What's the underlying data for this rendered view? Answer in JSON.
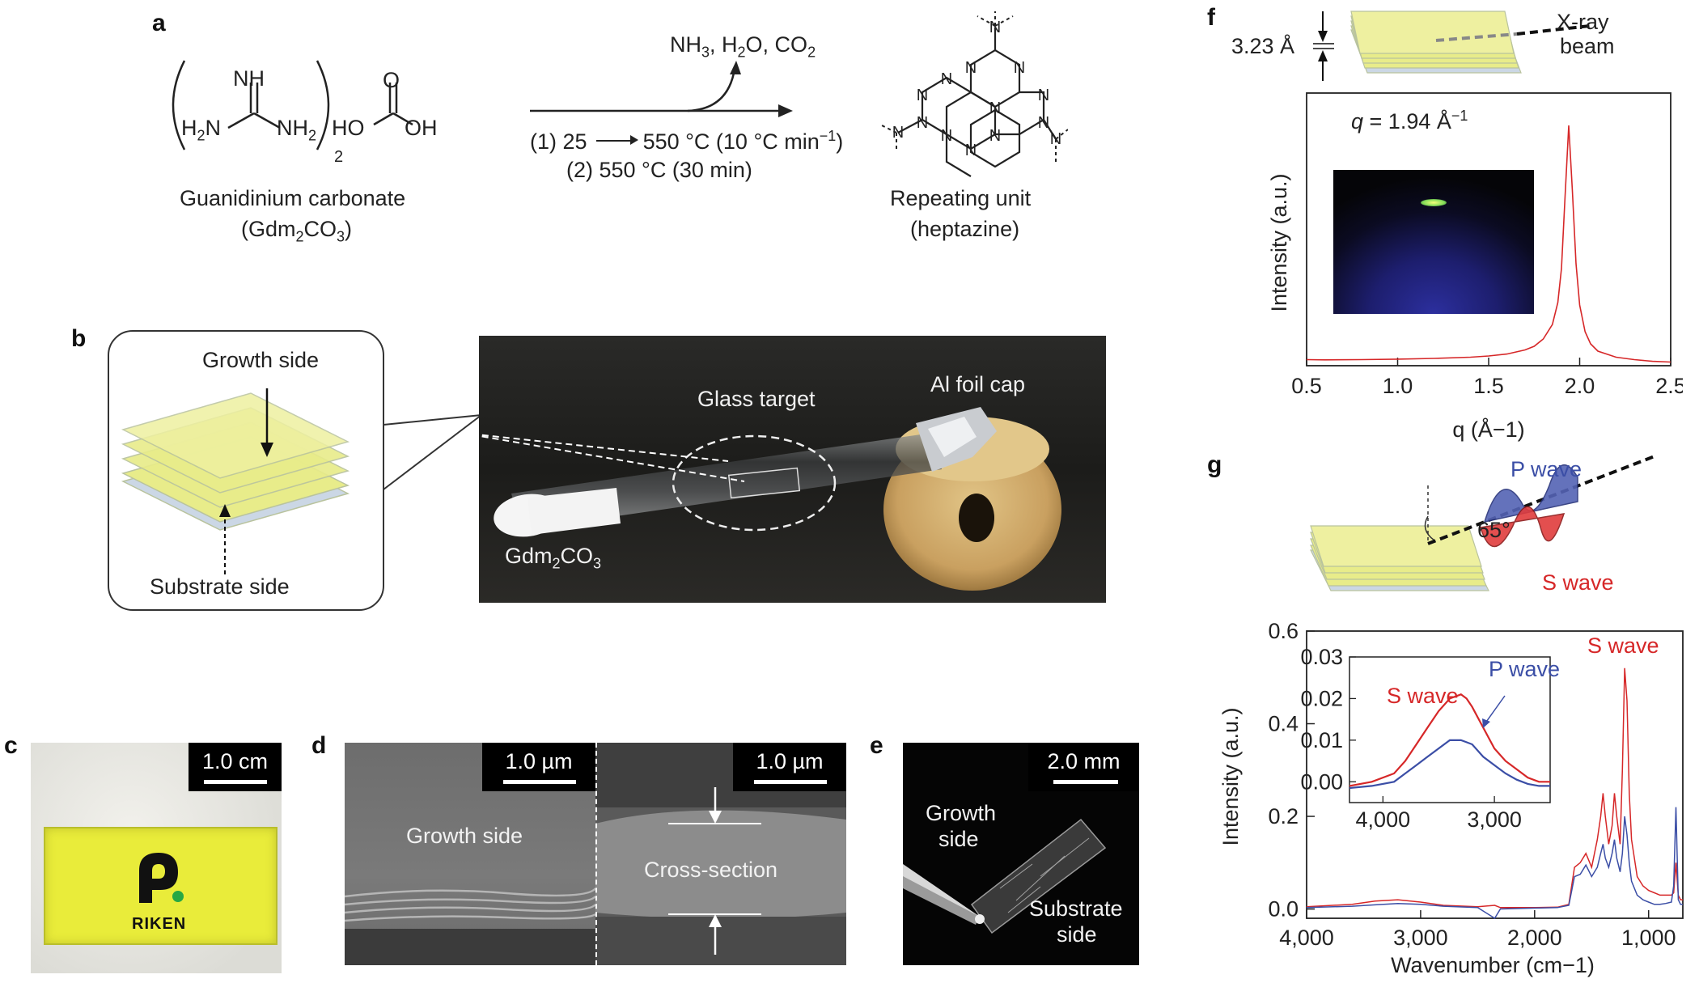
{
  "panels": {
    "a": {
      "label": "a",
      "reactant_name": "Guanidinium carbonate",
      "reactant_abbr": "(Gdm",
      "reactant_abbr_sub1": "2",
      "reactant_abbr_mid": "CO",
      "reactant_abbr_sub2": "3",
      "reactant_abbr_end": ")",
      "byproducts": "NH",
      "byproducts_sub": "3",
      "byproducts_2": ", H",
      "byproducts_sub2": "2",
      "byproducts_3": "O, CO",
      "byproducts_sub3": "2",
      "step1": "(1) 25",
      "step1_b": "550 °C (10 °C min",
      "step1_sup": "−1",
      "step1_end": ")",
      "step2": "(2) 550 °C (30 min)",
      "product_name": "Repeating unit",
      "product_sub": "(heptazine)",
      "atoms": {
        "nh": "NH",
        "h2n": "H",
        "h2n_sub": "2",
        "h2n_n": "N",
        "nh2": "NH",
        "nh2_sub": "2",
        "sub2": "2",
        "ho": "HO",
        "oh": "OH",
        "o": "O",
        "n": "N"
      }
    },
    "b": {
      "label": "b",
      "growth_side": "Growth side",
      "substrate_side": "Substrate side",
      "glass_target": "Glass target",
      "al_foil_cap": "Al foil cap",
      "gdm": "Gdm",
      "gdm_sub1": "2",
      "gdm_mid": "CO",
      "gdm_sub2": "3"
    },
    "c": {
      "label": "c",
      "scale": "1.0 cm",
      "logo_text": "RIKEN"
    },
    "d": {
      "label": "d",
      "scale_left": "1.0 µm",
      "scale_right": "1.0 µm",
      "growth_side": "Growth side",
      "cross_section": "Cross-section"
    },
    "e": {
      "label": "e",
      "scale": "2.0 mm",
      "growth_side_1": "Growth",
      "growth_side_2": "side",
      "substrate_side_1": "Substrate",
      "substrate_side_2": "side"
    },
    "f": {
      "label": "f",
      "spacing": "3.23 Å",
      "xray_1": "X-ray",
      "xray_2": "beam",
      "q_annot_q": "q",
      "q_annot": " = 1.94 Å",
      "q_annot_sup": "−1"
    },
    "g": {
      "label": "g",
      "p_wave": "P wave",
      "s_wave": "S wave",
      "angle": "65°",
      "inset_s_wave": "S wave",
      "inset_p_wave": "P wave",
      "main_s_wave": "S wave"
    }
  },
  "chart_data": [
    {
      "id": "f",
      "type": "line",
      "xlabel": "q (Å−1)",
      "ylabel": "Intensity (a.u.)",
      "xlim": [
        0.5,
        2.5
      ],
      "x_ticks": [
        "0.5",
        "1.0",
        "1.5",
        "2.0",
        "2.5"
      ],
      "x_tick_values": [
        0.5,
        1.0,
        1.5,
        2.0,
        2.5
      ],
      "grid": false,
      "series": [
        {
          "color": "#d62728",
          "peak": 1.94,
          "x": [
            0.5,
            0.6,
            0.8,
            1.0,
            1.2,
            1.4,
            1.5,
            1.6,
            1.7,
            1.75,
            1.8,
            1.85,
            1.88,
            1.9,
            1.92,
            1.94,
            1.96,
            1.98,
            2.0,
            2.03,
            2.06,
            2.1,
            2.2,
            2.3,
            2.4,
            2.5
          ],
          "y": [
            0.025,
            0.024,
            0.025,
            0.027,
            0.03,
            0.035,
            0.04,
            0.048,
            0.065,
            0.08,
            0.11,
            0.17,
            0.26,
            0.4,
            0.7,
            0.99,
            0.72,
            0.42,
            0.25,
            0.14,
            0.09,
            0.06,
            0.035,
            0.025,
            0.018,
            0.015
          ]
        }
      ]
    },
    {
      "id": "g-main",
      "type": "line",
      "xlabel": "Wavenumber (cm−1)",
      "ylabel": "Intensity (a.u.)",
      "xlim": [
        4000,
        700
      ],
      "ylim": [
        -0.02,
        0.6
      ],
      "x_ticks": [
        "4,000",
        "3,000",
        "2,000",
        "1,000"
      ],
      "x_tick_values": [
        4000,
        3000,
        2000,
        1000
      ],
      "y_ticks": [
        "0.0",
        "0.2",
        "0.4",
        "0.6"
      ],
      "y_tick_values": [
        0.0,
        0.2,
        0.4,
        0.6
      ],
      "grid": false,
      "series": [
        {
          "name": "S wave",
          "color": "#d62728",
          "x": [
            4000,
            3600,
            3400,
            3200,
            3000,
            2800,
            2500,
            2350,
            2300,
            2000,
            1800,
            1700,
            1650,
            1600,
            1550,
            1500,
            1450,
            1420,
            1400,
            1380,
            1350,
            1320,
            1300,
            1280,
            1250,
            1230,
            1210,
            1190,
            1170,
            1150,
            1100,
            1050,
            1000,
            950,
            900,
            850,
            800,
            780,
            760,
            740,
            720,
            700
          ],
          "y": [
            0.005,
            0.01,
            0.017,
            0.02,
            0.015,
            0.008,
            0.005,
            0.008,
            0.003,
            0.003,
            0.004,
            0.01,
            0.09,
            0.1,
            0.12,
            0.09,
            0.15,
            0.2,
            0.25,
            0.2,
            0.14,
            0.18,
            0.25,
            0.2,
            0.14,
            0.3,
            0.52,
            0.45,
            0.25,
            0.15,
            0.07,
            0.05,
            0.04,
            0.035,
            0.03,
            0.03,
            0.03,
            0.035,
            0.1,
            0.03,
            0.02,
            0.02
          ]
        },
        {
          "name": "P wave",
          "color": "#3b4ea6",
          "x": [
            4000,
            3600,
            3400,
            3200,
            3000,
            2800,
            2500,
            2350,
            2300,
            2000,
            1800,
            1700,
            1650,
            1600,
            1550,
            1500,
            1450,
            1420,
            1400,
            1380,
            1350,
            1320,
            1300,
            1280,
            1250,
            1230,
            1210,
            1190,
            1170,
            1150,
            1100,
            1050,
            1000,
            950,
            900,
            850,
            800,
            780,
            760,
            740,
            720,
            700
          ],
          "y": [
            0.003,
            0.006,
            0.009,
            0.012,
            0.01,
            0.006,
            0.003,
            -0.02,
            0.0,
            0.002,
            0.003,
            0.008,
            0.07,
            0.075,
            0.095,
            0.07,
            0.09,
            0.12,
            0.14,
            0.11,
            0.09,
            0.12,
            0.15,
            0.11,
            0.08,
            0.12,
            0.2,
            0.16,
            0.1,
            0.06,
            0.03,
            0.02,
            0.015,
            0.01,
            0.01,
            0.012,
            0.015,
            0.05,
            0.22,
            0.02,
            0.01,
            0.01
          ]
        }
      ]
    },
    {
      "id": "g-inset",
      "type": "line",
      "xlim": [
        4300,
        2500
      ],
      "ylim": [
        -0.005,
        0.03
      ],
      "x_ticks": [
        "4,000",
        "3,000"
      ],
      "x_tick_values": [
        4000,
        3000
      ],
      "y_ticks": [
        "0.00",
        "0.01",
        "0.02",
        "0.03"
      ],
      "y_tick_values": [
        0.0,
        0.01,
        0.02,
        0.03
      ],
      "grid": false,
      "series": [
        {
          "name": "S wave",
          "color": "#d62728",
          "x": [
            4300,
            4100,
            3900,
            3800,
            3700,
            3600,
            3500,
            3400,
            3300,
            3250,
            3200,
            3100,
            3000,
            2900,
            2800,
            2700,
            2600,
            2500
          ],
          "y": [
            -0.001,
            0.0,
            0.002,
            0.005,
            0.009,
            0.013,
            0.017,
            0.02,
            0.021,
            0.02,
            0.018,
            0.013,
            0.008,
            0.005,
            0.003,
            0.001,
            0.0,
            0.0
          ]
        },
        {
          "name": "P wave",
          "color": "#3b4ea6",
          "x": [
            4300,
            4100,
            3900,
            3800,
            3700,
            3600,
            3500,
            3400,
            3300,
            3250,
            3200,
            3100,
            3000,
            2900,
            2800,
            2700,
            2600,
            2500
          ],
          "y": [
            -0.0015,
            -0.001,
            0.0,
            0.002,
            0.004,
            0.006,
            0.008,
            0.01,
            0.01,
            0.0095,
            0.009,
            0.006,
            0.004,
            0.002,
            0.0005,
            -0.0005,
            -0.001,
            -0.001
          ]
        }
      ]
    }
  ]
}
